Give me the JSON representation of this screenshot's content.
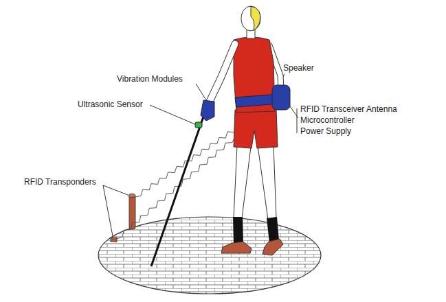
{
  "diagram": {
    "labels": [
      "Vibration Modules",
      "Ultrasonic Sensor",
      "Speaker",
      "RFID Transceiver Antenna",
      "Microcontroller",
      "Power Supply",
      "RFID Transponders"
    ]
  }
}
